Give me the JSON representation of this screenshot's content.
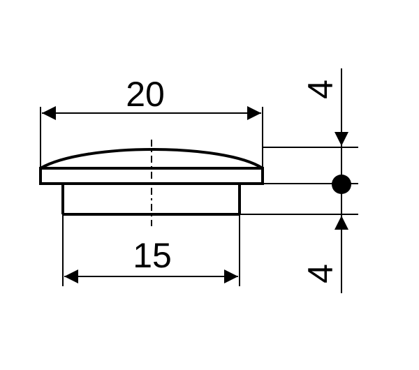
{
  "diagram": {
    "dimensions": {
      "top_width": "20",
      "bottom_width": "15",
      "top_height": "4",
      "bottom_height": "4"
    },
    "colors": {
      "stroke": "#000000",
      "background": "#ffffff"
    }
  }
}
